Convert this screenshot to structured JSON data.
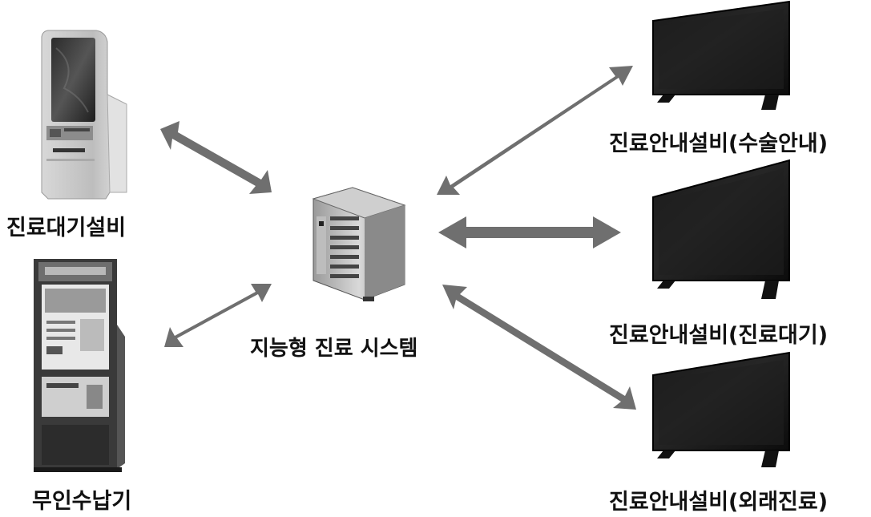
{
  "labels": {
    "waiting_kiosk": "진료대기설비",
    "payment_machine": "무인수납기",
    "server": "지능형 진료 시스템",
    "display_surgery": "진료안내설비(수술안내)",
    "display_waiting": "진료안내설비(진료대기)",
    "display_outpatient": "진료안내설비(외래진료)"
  },
  "colors": {
    "arrow": "#6f6f6f",
    "arrow_edge": "#8a8a8a",
    "monitor": "#111111",
    "kiosk_body": "#cfcfcf",
    "label": "#111111"
  },
  "icons": {
    "kiosk": "touch-kiosk",
    "payment": "payment-kiosk",
    "server": "server-tower",
    "monitor": "flat-panel-monitor"
  }
}
